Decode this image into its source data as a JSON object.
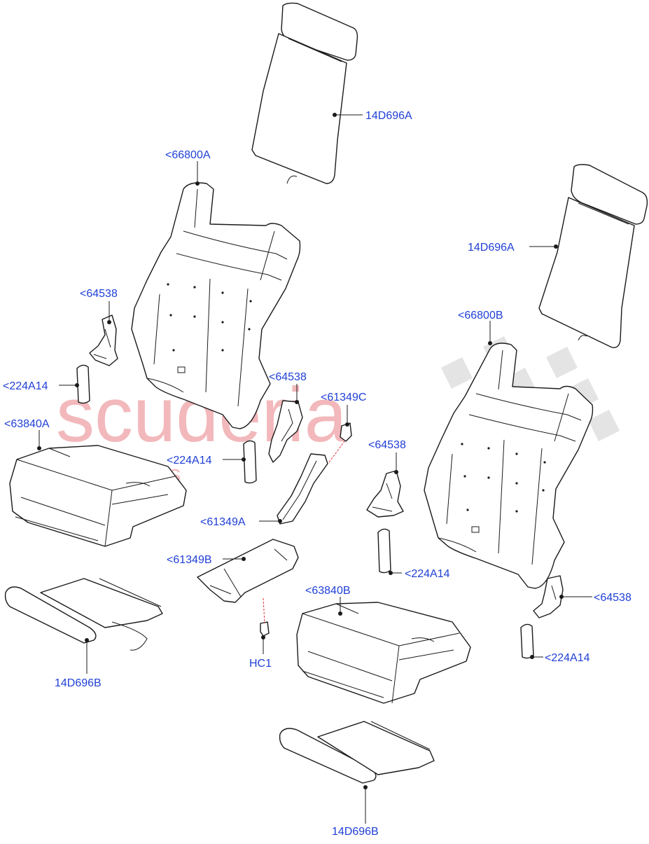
{
  "watermark": {
    "main": "scuderia",
    "sub": "p  a  r  t  s"
  },
  "labels": {
    "backrest_foam_a": "<66800A",
    "backrest_foam_b": "<66800B",
    "cover_top_left": "14D696A",
    "cover_top_right": "14D696A",
    "bracket_left": "<64538",
    "bracket_mid": "<64538",
    "bracket_right_mid": "<64538",
    "bracket_right": "<64538",
    "trim_left": "<224A14",
    "trim_mid": "<224A14",
    "trim_right_mid": "<224A14",
    "trim_right": "<224A14",
    "cushion_a": "<63840A",
    "cushion_b": "<63840B",
    "clip_c": "<61349C",
    "panel_a": "<61349A",
    "panel_b": "<61349B",
    "hc1": "HC1",
    "cover_bottom_left": "14D696B",
    "cover_bottom_right": "14D696B"
  }
}
